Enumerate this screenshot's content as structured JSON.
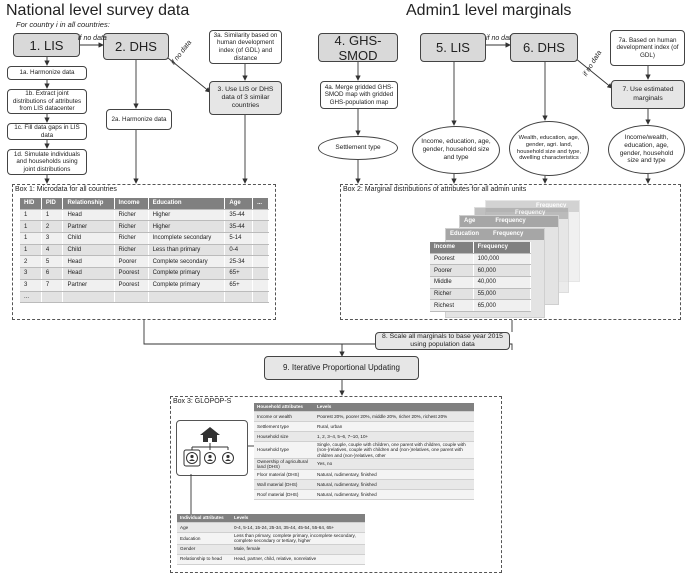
{
  "left_heading": "National level survey data",
  "left_subheading": "For country i in all countries:",
  "right_heading": "Admin1 level marginals",
  "nodes": {
    "lis": "1. LIS",
    "dhs": "2. DHS",
    "n1a": "1a. Harmonize data",
    "n1b": "1b. Extract joint distributions of attributes from LIS datacenter",
    "n1c": "1c. Fill data gaps in LIS data",
    "n1d": "1d. Simulate individuals and households using joint distributions",
    "n2a": "2a. Harmonize data",
    "n3a": "3a. Similarity based on human development index (of GDL) and distance",
    "n3": "3. Use LIS or DHS data of 3 similar countries",
    "ghs": "4. GHS-SMOD",
    "n4a": "4a. Merge gridded GHS-SMOD map with gridded GHS-population map",
    "lis5": "5. LIS",
    "dhs6": "6. DHS",
    "n7a": "7a. Based on human development index (of GDL)",
    "n7": "7. Use estimated marginals",
    "e_settlement": "Settlement type",
    "e_lis": "Income, education, age, gender, household size and type",
    "e_dhs": "Wealth, education, age, gender, agri. land, household size and type, dwelling characteristics",
    "e_est": "Income/wealth, education, age, gender, household size and type",
    "n8": "8. Scale all marginals to base year 2015 using population data",
    "n9": "9. Iterative Proportional Updating"
  },
  "labels": {
    "no_data": "if no data"
  },
  "box1": {
    "title": "Box 1: Microdata for all countries",
    "headers": [
      "HID",
      "PID",
      "Relationship",
      "Income",
      "Education",
      "Age",
      "..."
    ],
    "rows": [
      [
        "1",
        "1",
        "Head",
        "Richer",
        "Higher",
        "35-44",
        ""
      ],
      [
        "1",
        "2",
        "Partner",
        "Richer",
        "Higher",
        "35-44",
        ""
      ],
      [
        "1",
        "3",
        "Child",
        "Richer",
        "Incomplete secondary",
        "5-14",
        ""
      ],
      [
        "1",
        "4",
        "Child",
        "Richer",
        "Less than primary",
        "0-4",
        ""
      ],
      [
        "2",
        "5",
        "Head",
        "Poorer",
        "Complete secondary",
        "25-34",
        ""
      ],
      [
        "3",
        "6",
        "Head",
        "Poorest",
        "Complete primary",
        "65+",
        ""
      ],
      [
        "3",
        "7",
        "Partner",
        "Poorest",
        "Complete primary",
        "65+",
        ""
      ],
      [
        "...",
        "",
        "",
        "",
        "",
        "",
        ""
      ]
    ]
  },
  "box2": {
    "title": "Box 2: Marginal distributions of attributes for all admin units",
    "stack_labels": [
      "Age",
      "Education",
      "Frequency",
      "Frequency",
      "Frequency"
    ],
    "headers": [
      "Income",
      "Frequency"
    ],
    "rows": [
      [
        "Poorest",
        "100,000"
      ],
      [
        "Poorer",
        "60,000"
      ],
      [
        "Middle",
        "40,000"
      ],
      [
        "Richer",
        "55,000"
      ],
      [
        "Richest",
        "65,000"
      ]
    ]
  },
  "box3": {
    "title": "Box 3: GLOPOP-S",
    "household": {
      "headers": [
        "Household attributes",
        "Levels"
      ],
      "rows": [
        [
          "Income or wealth",
          "Poorest 20%, poorer 20%, middle 20%, richer 20%, richest 20%"
        ],
        [
          "Settlement type",
          "Rural, urban"
        ],
        [
          "Household size",
          "1, 2, 3–4, 5–6, 7–10, 10+"
        ],
        [
          "Household type",
          "Single, couple, couple with children, one parent with children, couple with (non-)relatives, couple with children and (non-)relatives, one parent with children and (non-)relatives, other"
        ],
        [
          "Ownership of agricultural land (DHS)",
          "Yes, no"
        ],
        [
          "Floor material (DHS)",
          "Natural, rudimentary, finished"
        ],
        [
          "Wall material (DHS)",
          "Natural, rudimentary, finished"
        ],
        [
          "Roof material (DHS)",
          "Natural, rudimentary, finished"
        ]
      ]
    },
    "individual": {
      "headers": [
        "Individual attributes",
        "Levels"
      ],
      "rows": [
        [
          "Age",
          "0-4, 5-14, 15-24, 25-34, 35-44, 45-54, 55-64, 65+"
        ],
        [
          "Education",
          "Less than primary, complete primary, incomplete secondary, complete secondary or tertiary, higher"
        ],
        [
          "Gender",
          "Male, female"
        ],
        [
          "Relationship to head",
          "Head, partner, child, relative, nonrelative"
        ]
      ]
    }
  }
}
